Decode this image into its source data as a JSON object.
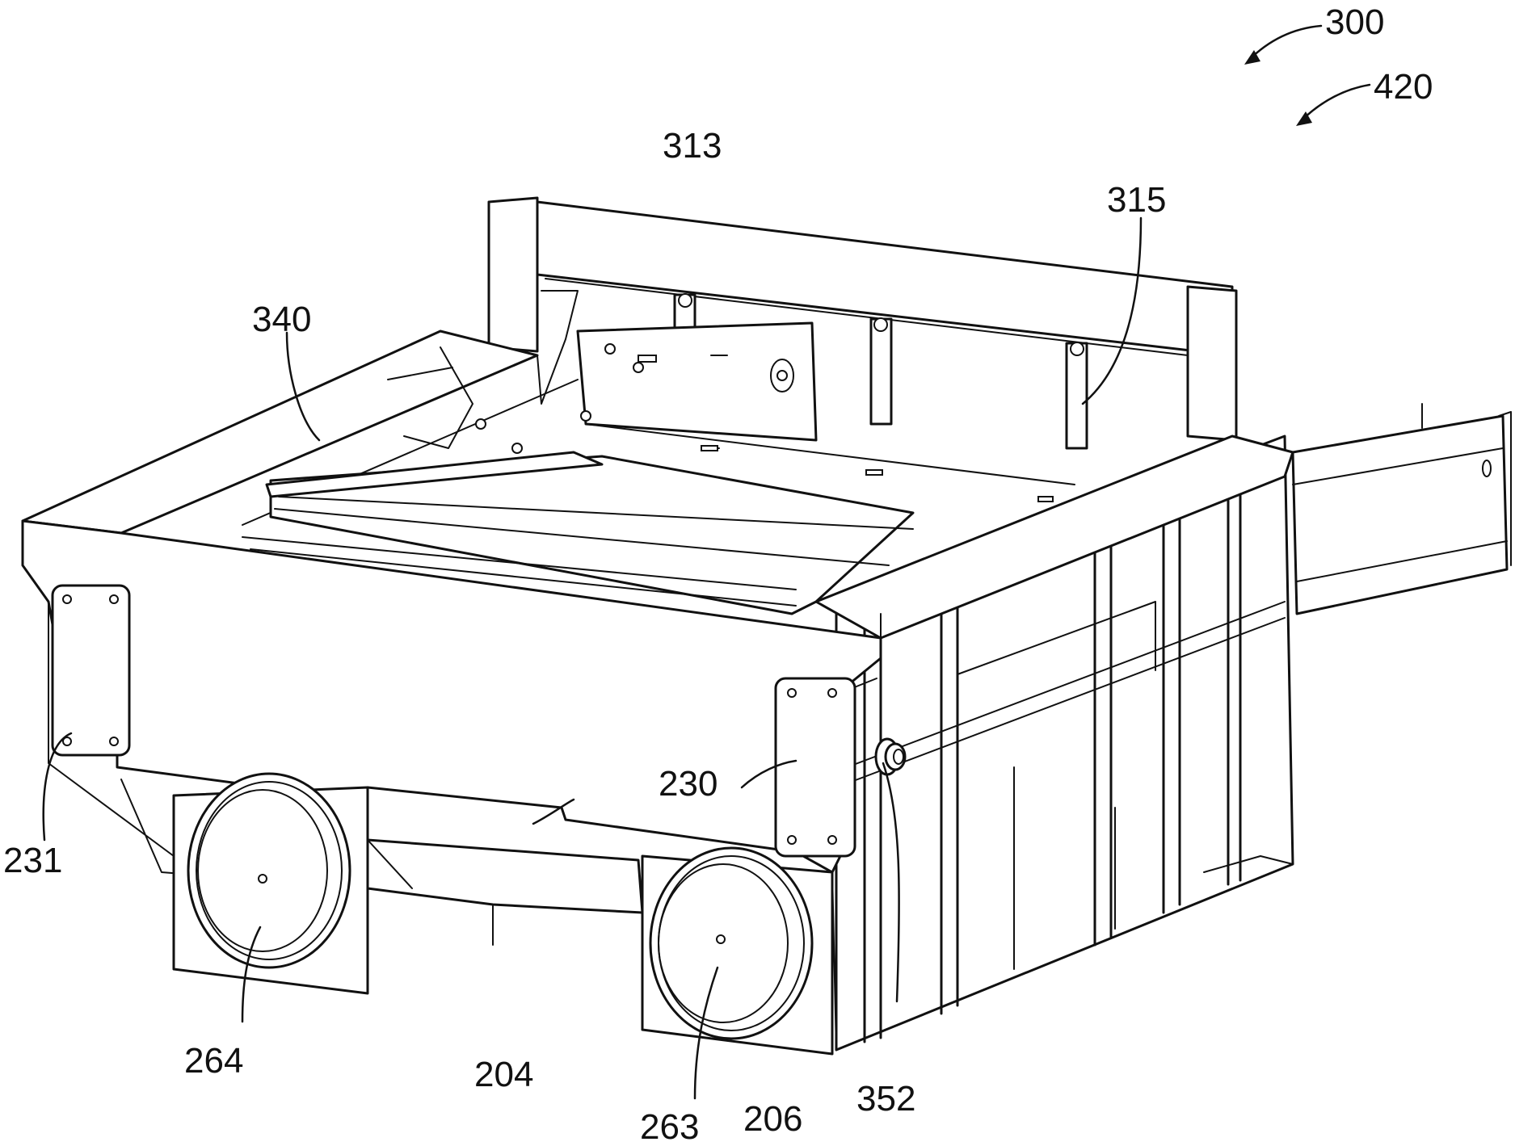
{
  "figure": {
    "labels": {
      "l300": "300",
      "l420": "420",
      "l313": "313",
      "l315": "315",
      "l340": "340",
      "l230": "230",
      "l231": "231",
      "l204": "204",
      "l264": "264",
      "l263": "263",
      "l206": "206",
      "l352": "352"
    },
    "line_color": "#111111",
    "background": "#ffffff"
  }
}
